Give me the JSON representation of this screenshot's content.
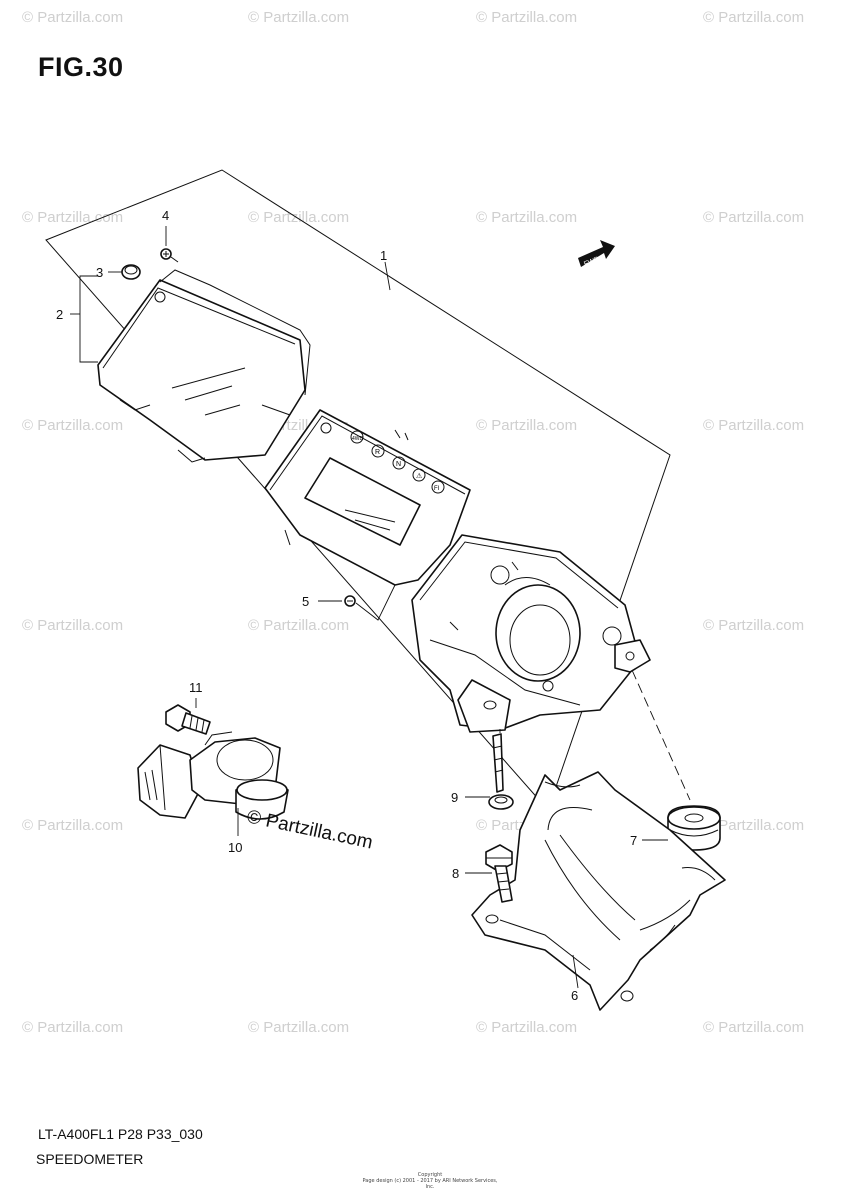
{
  "figure": {
    "title": "FIG.30",
    "model_code": "LT-A400FL1 P28 P33_030",
    "name": "SPEEDOMETER"
  },
  "watermark": {
    "text": "© Partzilla.com",
    "center_text": "© Partzilla.com"
  },
  "direction_badge": "FWD",
  "indicator_labels": [
    "4WD",
    "R",
    "N",
    "⚠",
    "FI"
  ],
  "callouts": {
    "c1": "1",
    "c2": "2",
    "c3": "3",
    "c4": "4",
    "c5": "5",
    "c6": "6",
    "c7": "7",
    "c8": "8",
    "c9": "9",
    "c10": "10",
    "c11": "11"
  },
  "copyright": {
    "line1": "Copyright",
    "line2": "Page design (c) 2001 - 2017 by ARI Network Services, Inc."
  }
}
